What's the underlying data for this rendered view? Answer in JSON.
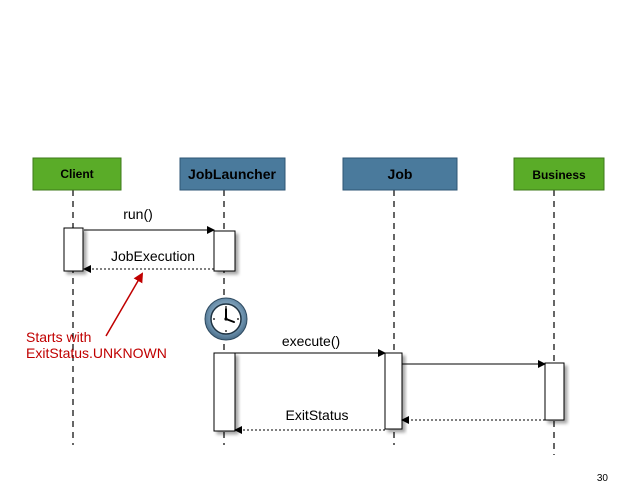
{
  "colors": {
    "client_fill": "#5aac28",
    "client_stroke": "#3d7a1a",
    "jobs_fill": "#4a7a9c",
    "jobs_stroke": "#2e5675",
    "business_fill": "#5aac28",
    "note_text": "#c00000",
    "note_arrow": "#c00000"
  },
  "actors": [
    {
      "id": "client",
      "label": "Client"
    },
    {
      "id": "launcher",
      "label": "JobLauncher"
    },
    {
      "id": "job",
      "label": "Job"
    },
    {
      "id": "business",
      "label": "Business"
    }
  ],
  "messages": [
    {
      "id": "run",
      "label": "run()",
      "type": "call"
    },
    {
      "id": "job-execution",
      "label": "JobExecution",
      "type": "return"
    },
    {
      "id": "execute",
      "label": "execute()",
      "type": "call"
    },
    {
      "id": "business-call",
      "label": "",
      "type": "call"
    },
    {
      "id": "business-return",
      "label": "",
      "type": "return"
    },
    {
      "id": "exit-status",
      "label": "ExitStatus",
      "type": "return"
    }
  ],
  "note": {
    "line1": "Starts with",
    "line2": "ExitStatus.UNKNOWN"
  },
  "clock_icon": "clock-icon",
  "page_number": "30"
}
